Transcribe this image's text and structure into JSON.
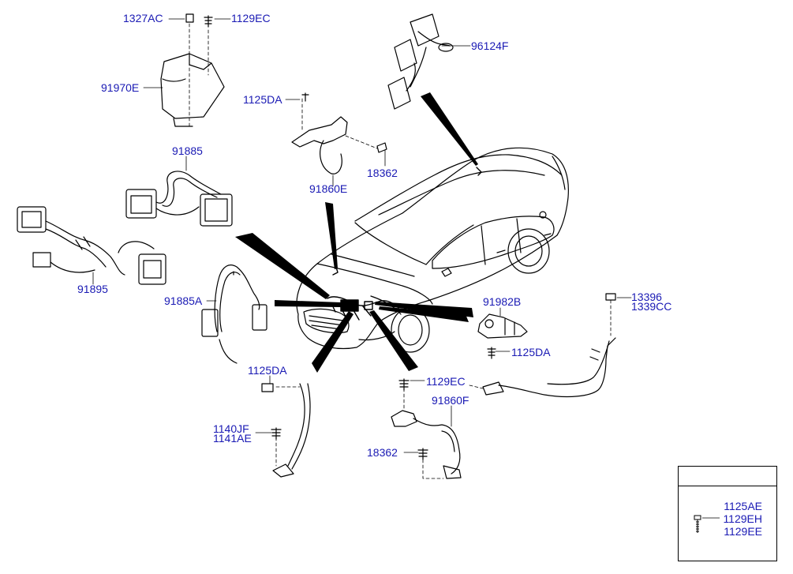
{
  "colors": {
    "label": "#1a1ab4",
    "line": "#000000",
    "background": "#ffffff"
  },
  "labels": {
    "p1327AC": "1327AC",
    "p1129EC_top": "1129EC",
    "p96124F": "96124F",
    "p91970E": "91970E",
    "p1125DA_top": "1125DA",
    "p18362_top": "18362",
    "p91860E": "91860E",
    "p91885": "91885",
    "p91895": "91895",
    "p91885A": "91885A",
    "p91982B": "91982B",
    "p13396": "13396",
    "p1339CC": "1339CC",
    "p1125DA_right": "1125DA",
    "p1125DA_mid": "1125DA",
    "p1129EC_mid": "1129EC",
    "p91860F": "91860F",
    "p1140JF": "1140JF",
    "p1141AE": "1141AE",
    "p18362_bottom": "18362"
  },
  "legend": {
    "items": [
      "1125AE",
      "1129EH",
      "1129EE"
    ],
    "icon": "bolt-icon"
  }
}
